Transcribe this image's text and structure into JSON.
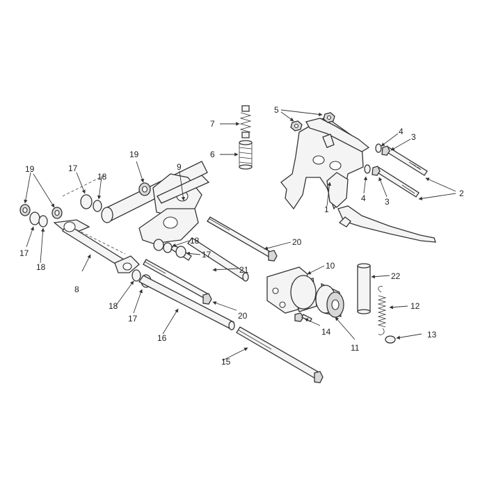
{
  "callouts": {
    "c1": "1",
    "c2": "2",
    "c3a": "3",
    "c3b": "3",
    "c4a": "4",
    "c4b": "4",
    "c5": "5",
    "c6": "6",
    "c7": "7",
    "c8": "8",
    "c9": "9",
    "c10": "10",
    "c11": "11",
    "c12": "12",
    "c13": "13",
    "c14": "14",
    "c15": "15",
    "c16": "16",
    "c17a": "17",
    "c17b": "17",
    "c17c": "17",
    "c17d": "17",
    "c18a": "18",
    "c18b": "18",
    "c18c": "18",
    "c18d": "18",
    "c19a": "19",
    "c19b": "19",
    "c20a": "20",
    "c20b": "20",
    "c21": "21",
    "c22": "22"
  }
}
